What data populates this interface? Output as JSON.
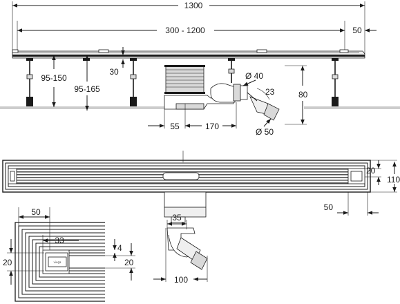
{
  "dimensions": {
    "overall_length": "1300",
    "adjustable_length": "300 - 1200",
    "end_offset": "50",
    "height_left": "95-150",
    "height_right": "95-165",
    "cover_gap": "30",
    "pipe_diameter": "Ø 40",
    "outlet_angle": "23",
    "outlet_height": "80",
    "outlet_offset_a": "55",
    "outlet_offset_b": "170",
    "outlet_diameter": "Ø 50",
    "plan_width_inner": "20",
    "plan_width_total": "110",
    "plan_end_offset": "50",
    "trap_offset": "35",
    "trap_width": "100",
    "detail_width": "50",
    "detail_a": "33",
    "detail_b": "4",
    "detail_left": "20",
    "detail_right": "20"
  },
  "logo": {
    "text": "viega"
  }
}
